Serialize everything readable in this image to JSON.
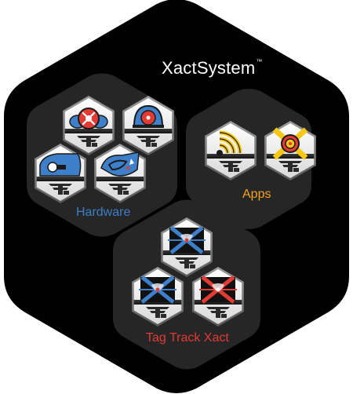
{
  "title": "XactSystem",
  "title_mark": "™",
  "groups": {
    "hardware": {
      "label": "Hardware",
      "color": "#3d7fc8"
    },
    "apps": {
      "label": "Apps",
      "color": "#f5a21e"
    },
    "tag_track_xact": {
      "label": "Tag Track Xact",
      "color": "#e23b34"
    }
  },
  "colors": {
    "outer_hexagon": "#000000",
    "group_hexagon": "#262626",
    "tile_face": "#ececec",
    "tile_band": "#232323",
    "logo": "#2a2a2a",
    "blue": "#3d7fc8",
    "red": "#e23b34",
    "yellow": "#f6c814"
  },
  "tiles": [
    {
      "id": "hw-reel-red",
      "group": "hardware",
      "icon": "fishing-reel-red-spool-icon"
    },
    {
      "id": "hw-reel-front",
      "group": "hardware",
      "icon": "fishing-reel-front-icon"
    },
    {
      "id": "hw-reel-side",
      "group": "hardware",
      "icon": "reel-side-view-icon"
    },
    {
      "id": "hw-rod-handle",
      "group": "hardware",
      "icon": "rod-handle-icon"
    },
    {
      "id": "app-signal",
      "group": "apps",
      "icon": "wireless-signal-icon"
    },
    {
      "id": "app-target",
      "group": "apps",
      "icon": "target-crosshair-icon"
    },
    {
      "id": "ttx-blue",
      "group": "tag_track_xact",
      "icon": "tag-track-blue-icon"
    },
    {
      "id": "ttx-blue-2",
      "group": "tag_track_xact",
      "icon": "tag-track-blue-red-icon"
    },
    {
      "id": "ttx-red",
      "group": "tag_track_xact",
      "icon": "tag-track-red-icon"
    }
  ]
}
